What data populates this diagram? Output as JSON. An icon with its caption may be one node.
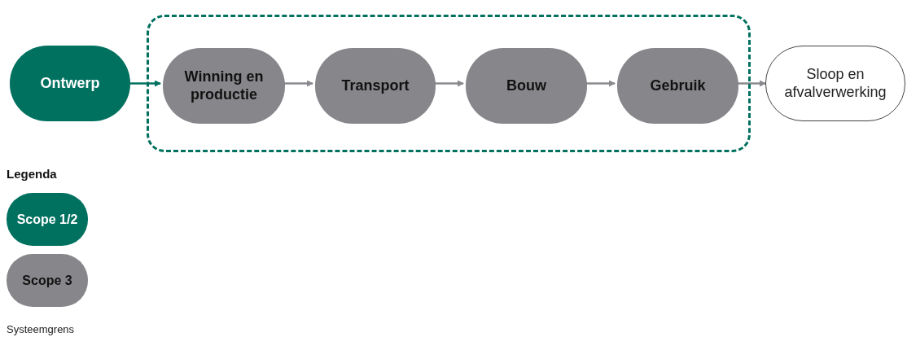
{
  "diagram": {
    "nodes": [
      {
        "text": [
          "Ontwerp"
        ]
      },
      {
        "text": [],
        "shape": "box"
      },
      {
        "text": [
          "Winning en productie"
        ],
        "in": 1
      },
      {
        "text": [
          "Transport"
        ],
        "in": 1
      },
      {
        "text": [
          "Bouw"
        ],
        "in": 1
      },
      {
        "text": [
          "Gebruik"
        ],
        "in": 1
      },
      {
        "text": [
          "Sloop en afvalverwerking"
        ]
      }
    ],
    "edges": [
      {
        "from": 0,
        "to": 2,
        "arrow": "to",
        "color": "#00705f"
      },
      {
        "from": 2,
        "to": 3,
        "arrow": "to"
      },
      {
        "from": 3,
        "to": 4,
        "arrow": "to"
      },
      {
        "from": 4,
        "to": 5,
        "arrow": "to"
      },
      {
        "from": 5,
        "to": 6,
        "arrow": "to"
      }
    ],
    "labels": [
      "Legenda"
    ],
    "legend": [
      {
        "text": "Scope 1/2",
        "color": "#00705f"
      },
      {
        "text": "Scope 3",
        "color": "#87878b"
      },
      {
        "text": "Systeemgrens"
      }
    ]
  }
}
